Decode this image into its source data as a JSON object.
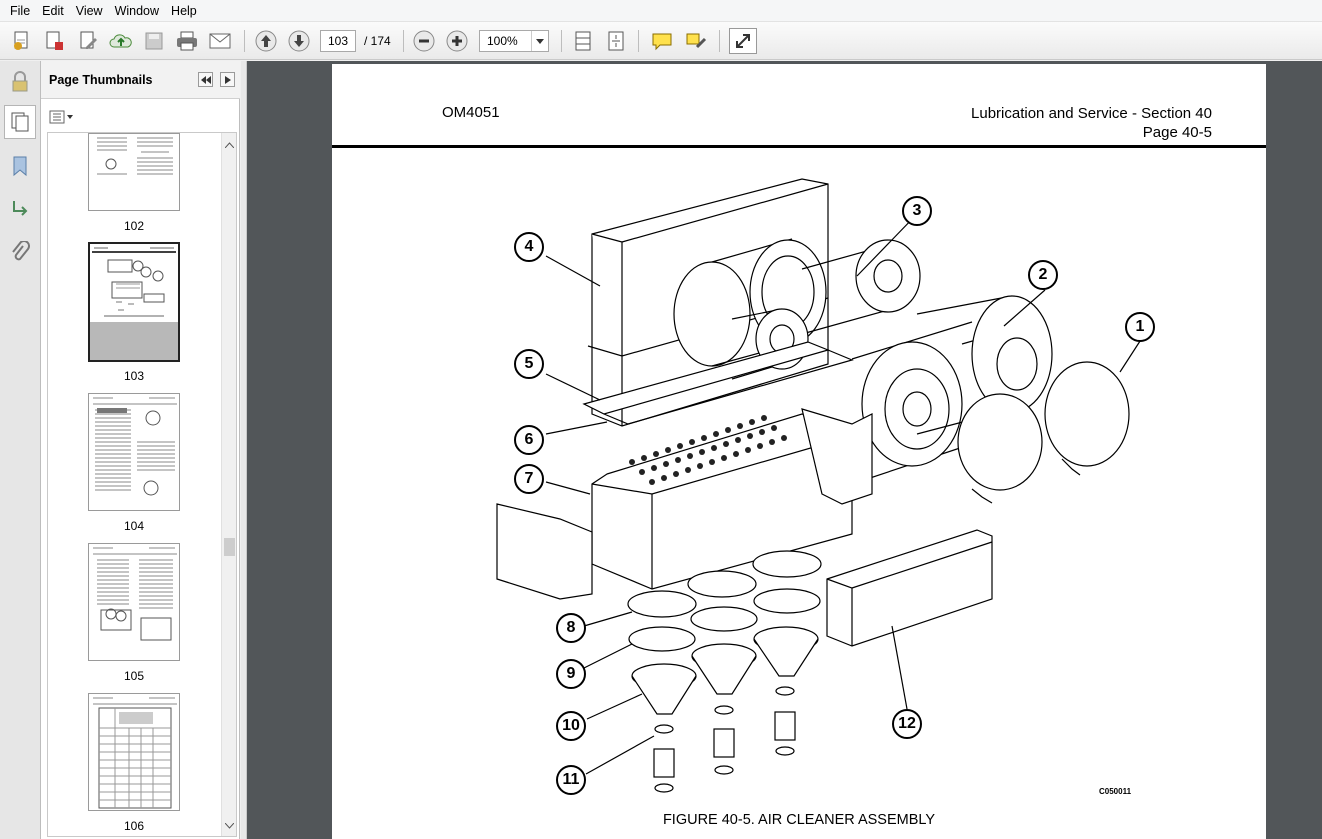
{
  "menu": [
    "File",
    "Edit",
    "View",
    "Window",
    "Help"
  ],
  "toolbar": {
    "current_page": "103",
    "page_total": "/ 174",
    "zoom": "100%"
  },
  "left_strip_icons": [
    "lock-icon",
    "pages-icon",
    "bookmark-icon",
    "signatures-icon",
    "attachment-icon"
  ],
  "panel": {
    "title": "Page Thumbnails",
    "thumbnails": [
      {
        "label": "102",
        "selected": false
      },
      {
        "label": "103",
        "selected": true
      },
      {
        "label": "104",
        "selected": false
      },
      {
        "label": "105",
        "selected": false
      },
      {
        "label": "106",
        "selected": false
      }
    ]
  },
  "document": {
    "header_left": "OM4051",
    "header_right_line1": "Lubrication and Service - Section 40",
    "header_right_line2": "Page 40-5",
    "figure_code": "C050011",
    "caption": "FIGURE 40-5. AIR CLEANER ASSEMBLY",
    "callouts": [
      "1",
      "2",
      "3",
      "4",
      "5",
      "6",
      "7",
      "8",
      "9",
      "10",
      "11",
      "12"
    ]
  }
}
